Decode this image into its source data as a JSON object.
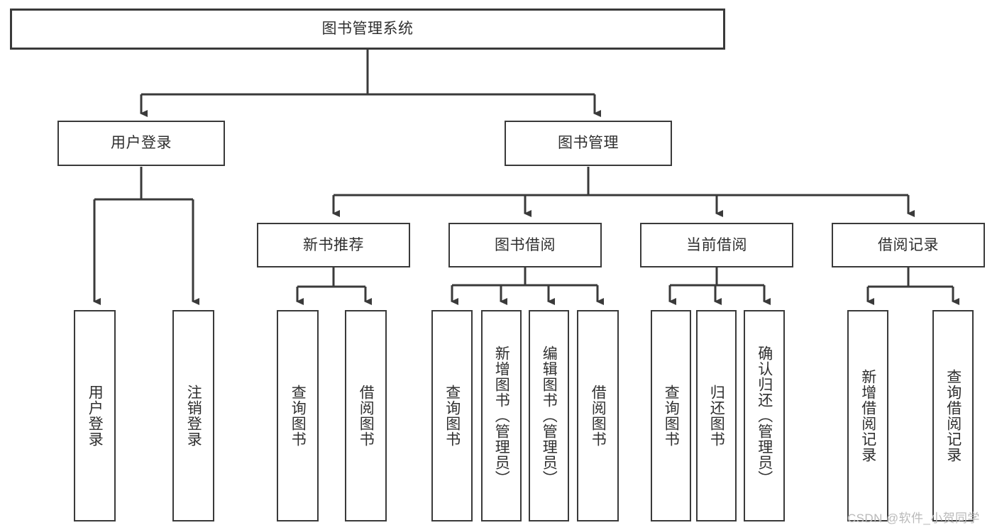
{
  "diagram": {
    "title": "图书管理系统",
    "type": "tree-hierarchy",
    "root": {
      "label": "图书管理系统"
    },
    "level1": [
      {
        "label": "用户登录"
      },
      {
        "label": "图书管理"
      }
    ],
    "level2": [
      {
        "label": "新书推荐"
      },
      {
        "label": "图书借阅"
      },
      {
        "label": "当前借阅"
      },
      {
        "label": "借阅记录"
      }
    ],
    "leaves": {
      "user_login": [
        {
          "label": "用户登录"
        },
        {
          "label": "注销登录"
        }
      ],
      "new_book_recommend": [
        {
          "label": "查询图书"
        },
        {
          "label": "借阅图书"
        }
      ],
      "book_borrow": [
        {
          "label": "查询图书"
        },
        {
          "label": "新增图书（管理员）"
        },
        {
          "label": "编辑图书（管理员）"
        },
        {
          "label": "借阅图书"
        }
      ],
      "current_borrow": [
        {
          "label": "查询图书"
        },
        {
          "label": "归还图书"
        },
        {
          "label": "确认归还（管理员）"
        }
      ],
      "borrow_record": [
        {
          "label": "新增借阅记录"
        },
        {
          "label": "查询借阅记录"
        }
      ]
    }
  },
  "watermark": {
    "text": "CSDN @软件_小贺同学"
  },
  "colors": {
    "stroke": "#3a3a3a",
    "text": "#2f2f2f",
    "background": "#ffffff",
    "watermark": "#b9b9b9"
  }
}
